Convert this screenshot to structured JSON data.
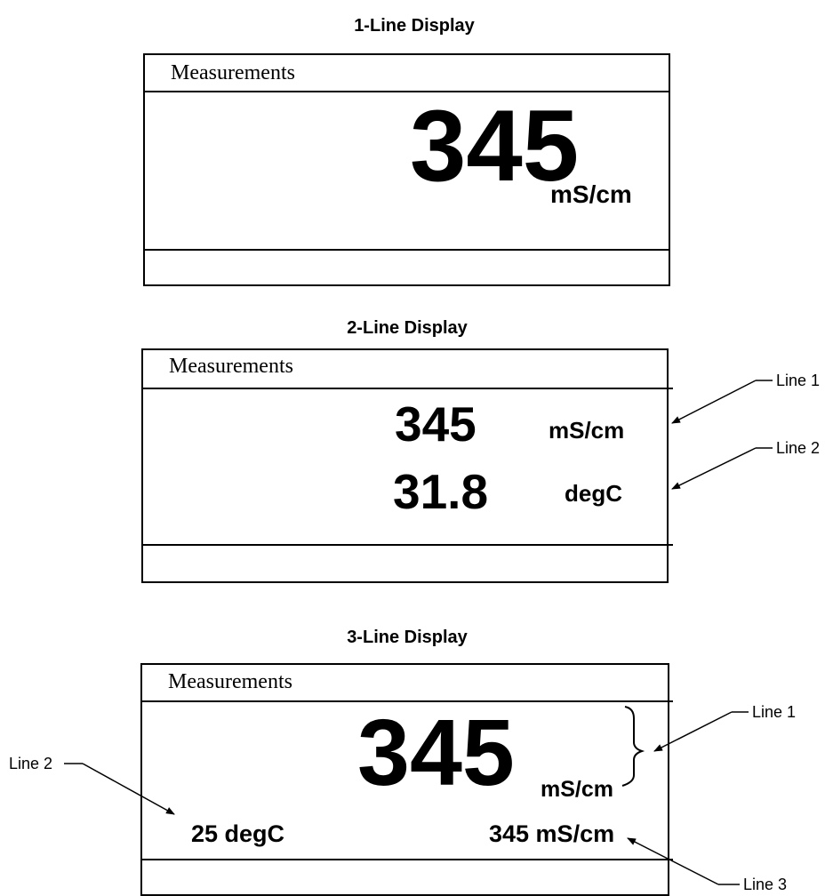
{
  "display1": {
    "title": "1-Line Display",
    "header": "Measurements",
    "value": "345",
    "unit": "mS/cm"
  },
  "display2": {
    "title": "2-Line Display",
    "header": "Measurements",
    "line1_value": "345",
    "line1_unit": "mS/cm",
    "line2_value": "31.8",
    "line2_unit": "degC",
    "callout_line1": "Line 1",
    "callout_line2": "Line 2"
  },
  "display3": {
    "title": "3-Line Display",
    "header": "Measurements",
    "line1_value": "345",
    "line1_unit": "mS/cm",
    "line2_text": "25 degC",
    "line3_text": "345 mS/cm",
    "callout_line1": "Line 1",
    "callout_line2": "Line 2",
    "callout_line3": "Line 3"
  }
}
